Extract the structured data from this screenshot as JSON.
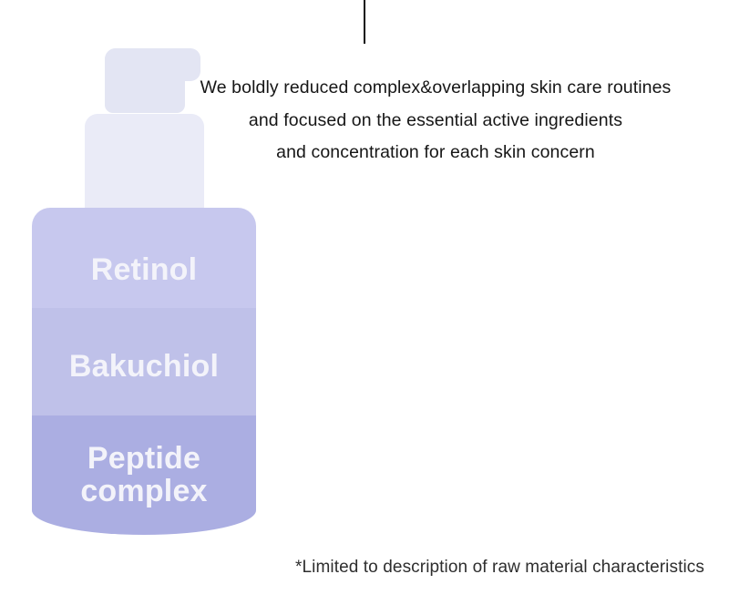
{
  "page": {
    "background": "#ffffff"
  },
  "top_divider": {
    "color": "#111111"
  },
  "tagline": {
    "color": "#161616",
    "lines": [
      "We boldly reduced complex&overlapping skin care routines",
      "and focused on the essential active ingredients",
      "and concentration for each skin concern"
    ]
  },
  "bottle": {
    "pump_head_color": "#e3e5f3",
    "pump_spout_color": "#e3e5f3",
    "neck_color": "#eaebf7",
    "label_text_color": "#f3f3fa",
    "sections": [
      {
        "label": "Retinol",
        "color": "#c7c8ee"
      },
      {
        "label": "Bakuchiol",
        "color": "#bfc1e9"
      },
      {
        "label": "Peptide complex",
        "color": "#abaee2"
      }
    ]
  },
  "footnote": {
    "color": "#2e2e2e",
    "text": "*Limited to description of raw material characteristics"
  }
}
